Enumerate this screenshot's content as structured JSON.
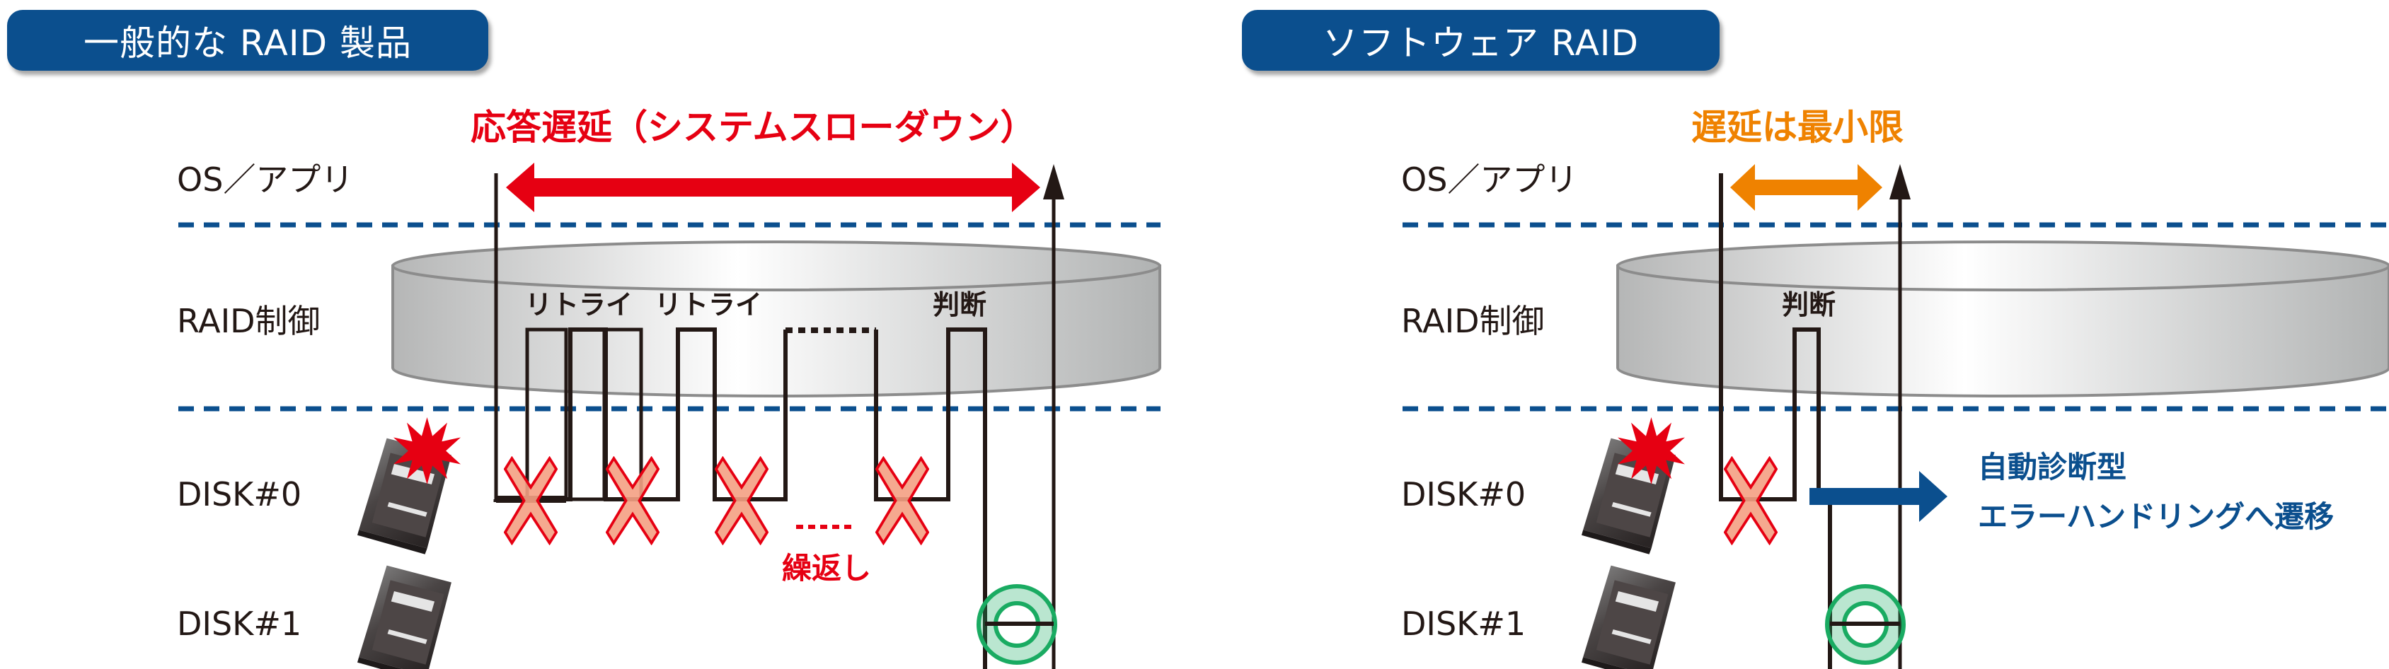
{
  "left_panel": {
    "title": "一般的な RAID 製品",
    "delay_label": "応答遅延（システムスローダウン）",
    "row_labels": [
      "OS／アプリ",
      "RAID制御",
      "DISK#0",
      "DISK#1"
    ],
    "retry_labels": [
      "リトライ",
      "リトライ"
    ],
    "judge_label": "判断",
    "repeat_label": "繰返し"
  },
  "right_panel": {
    "title": "ソフトウェア RAID",
    "delay_label": "遅延は最小限",
    "row_labels": [
      "OS／アプリ",
      "RAID制御",
      "DISK#0",
      "DISK#1"
    ],
    "judge_label": "判断",
    "handling_label_line1": "自動診断型",
    "handling_label_line2": "エラーハンドリングへ遷移"
  },
  "colors": {
    "header_blue": "#0b4f8e",
    "delay_red": "#e60012",
    "delay_orange": "#ef8200",
    "fail_x_fill": "#f4a083",
    "success_green": "#1aab62",
    "dash_blue": "#0b4f8e"
  }
}
